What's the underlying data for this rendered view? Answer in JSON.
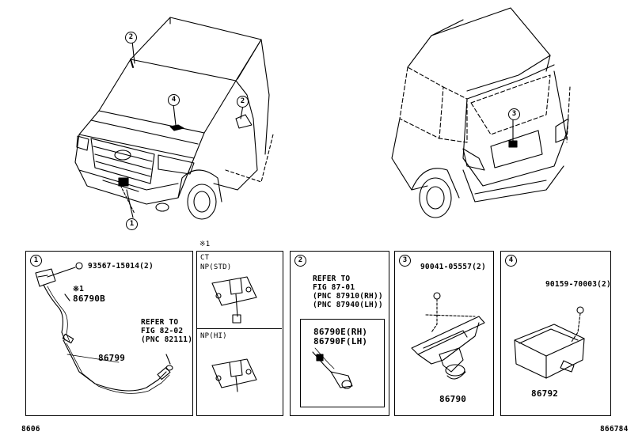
{
  "callouts": {
    "c1": "1",
    "c2": "2",
    "c3": "3",
    "c4": "4"
  },
  "panel1": {
    "bolt_part": "93567-15014(2)",
    "note_mark": "※1",
    "connector_part": "86790B",
    "refer_line1": "REFER TO",
    "refer_line2": "FIG 82-02",
    "refer_line3": "(PNC 82111)",
    "harness_part": "86799"
  },
  "note_panel": {
    "note_mark": "※1",
    "ct_label": "CT",
    "np_std": "NP(STD)",
    "np_hi": "NP(HI)"
  },
  "panel2": {
    "refer_line1": "REFER TO",
    "refer_line2": "FIG 87-01",
    "refer_line3": "(PNC 87910(RH))",
    "refer_line4": "(PNC 87940(LH))",
    "part_rh": "86790E(RH)",
    "part_lh": "86790F(LH)"
  },
  "panel3": {
    "bolt_part": "90041-05557(2)",
    "camera_part": "86790"
  },
  "panel4": {
    "bolt_part": "90159-70003(2)",
    "ecu_part": "86792"
  },
  "footer": {
    "left_code": "8606",
    "right_code": "866784"
  }
}
